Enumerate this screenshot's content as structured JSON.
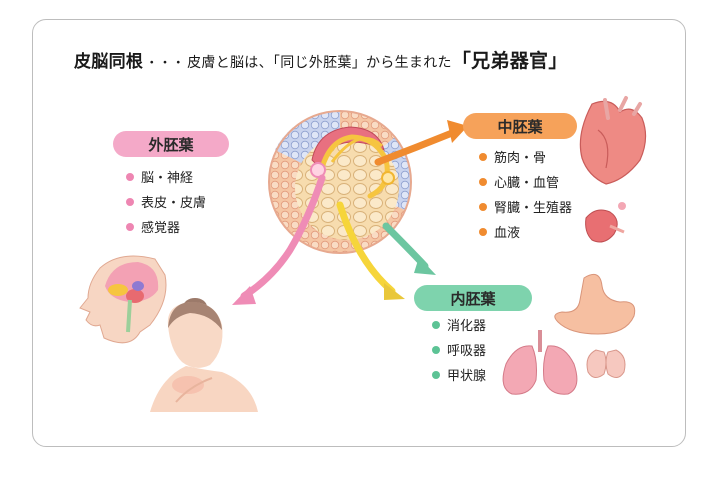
{
  "title": {
    "main": "皮脳同根",
    "dots": "・・・",
    "sub": "皮膚と脳は、「同じ外胚葉」から生まれた",
    "emphasis": "「兄弟器官」"
  },
  "ectoderm": {
    "label": "外胚葉",
    "color": "#f4a9c8",
    "items": [
      "脳・神経",
      "表皮・皮膚",
      "感覚器"
    ]
  },
  "mesoderm": {
    "label": "中胚葉",
    "color": "#f6a25a",
    "items": [
      "筋肉・骨",
      "心臓・血管",
      "腎臓・生殖器",
      "血液"
    ]
  },
  "endoderm": {
    "label": "内胚葉",
    "color": "#7ed3ad",
    "items": [
      "消化器",
      "呼吸器",
      "甲状腺"
    ]
  },
  "illustrations": [
    "embryo-illustration",
    "brain-head-illustration",
    "woman-illustration",
    "heart-illustration",
    "kidney-illustration",
    "stomach-illustration",
    "lungs-illustration",
    "thyroid-illustration"
  ]
}
